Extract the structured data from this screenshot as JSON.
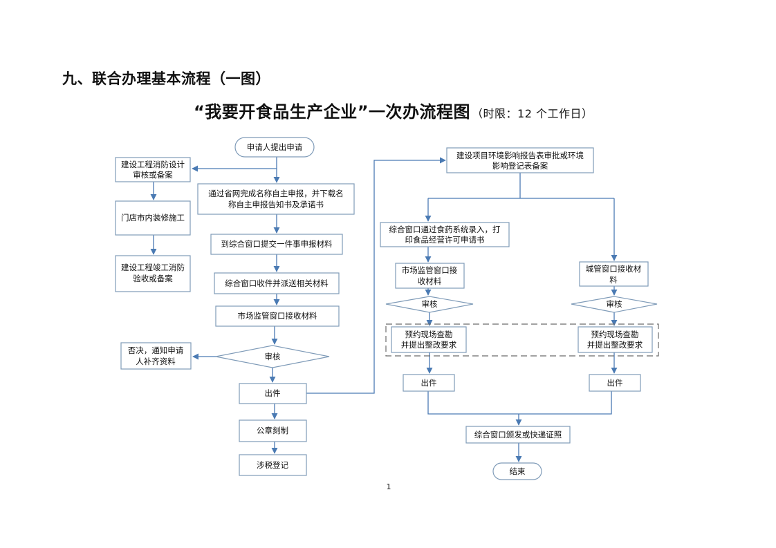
{
  "header": {
    "section_title": "九、联合办理基本流程（一图）",
    "main_title": "“我要开食品生产企业”一次办流程图",
    "time_limit": "（时限：12 个工作日）"
  },
  "flow": {
    "start": "申请人提出申请",
    "fire_design": [
      "建设工程消防设计",
      "审核或备案"
    ],
    "renovation": "门店市内装修施工",
    "fire_acceptance": [
      "建设工程竣工消防",
      "验收或备案"
    ],
    "online_name": [
      "通过省网完成名称自主申报，并下载名",
      "称自主申报告知书及承诺书"
    ],
    "submit_materials": "到综合窗口提交一件事申报材料",
    "dispatch": "综合窗口收件并派送相关材料",
    "market_receive": "市场监管窗口接收材料",
    "review": "审核",
    "rejection": [
      "否决，通知申请",
      "人补齐资料"
    ],
    "issue": "出件",
    "seal": "公章刻制",
    "tax": "涉税登记",
    "env_approval": [
      "建设项目环境影响报告表审批或环境",
      "影响登记表备案"
    ],
    "food_system": [
      "综合窗口通过食药系统录入，打",
      "印食品经营许可申请书"
    ],
    "market_receive_right": [
      "市场监管窗口接",
      "收材料"
    ],
    "urban_receive": [
      "城管窗口接收材",
      "料"
    ],
    "review_left": "审核",
    "review_right": "审核",
    "site_check_left": [
      "预约现场查勘",
      "并提出整改要求"
    ],
    "site_check_right": [
      "预约现场查勘",
      "并提出整改要求"
    ],
    "issue_left": "出件",
    "issue_right": "出件",
    "certificate": "综合窗口颁发或快递证照",
    "end": "结束"
  },
  "footer": {
    "page_number": "1"
  }
}
